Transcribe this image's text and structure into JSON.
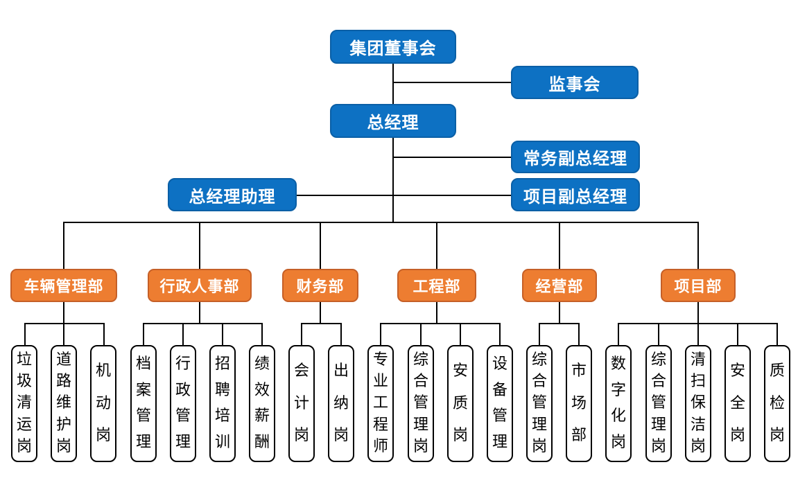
{
  "diagram_type": "org-chart",
  "colors": {
    "executive_box_fill": "#0D71C3",
    "executive_box_border": "#0A5FA6",
    "department_box_fill": "#ED7D31",
    "department_box_border": "#C55F27",
    "position_box_fill": "#FFFFFF",
    "position_box_border": "#000000",
    "connector_line": "#000000",
    "text_on_colored_box": "#FFFFFF",
    "position_box_text": "#000000",
    "background": "#FFFFFF"
  },
  "executives": {
    "board": "集团董事会",
    "supervisory": "监事会",
    "general_manager": "总经理",
    "executive_deputy_gm": "常务副总经理",
    "gm_assistant": "总经理助理",
    "project_deputy_gm": "项目副总经理"
  },
  "departments": [
    {
      "label": "车辆管理部",
      "positions": [
        "垃圾清运岗",
        "道路维护岗",
        "机动岗"
      ]
    },
    {
      "label": "行政人事部",
      "positions": [
        "档案管理",
        "行政管理",
        "招聘培训",
        "绩效薪酬"
      ]
    },
    {
      "label": "财务部",
      "positions": [
        "会计岗",
        "出纳岗"
      ]
    },
    {
      "label": "工程部",
      "positions": [
        "专业工程师",
        "综合管理岗",
        "安质岗",
        "设备管理"
      ]
    },
    {
      "label": "经营部",
      "positions": [
        "综合管理岗",
        "市场部"
      ]
    },
    {
      "label": "项目部",
      "positions": [
        "数字化岗",
        "综合管理岗",
        "清扫保洁岗",
        "安全岗",
        "质检岗"
      ]
    }
  ]
}
